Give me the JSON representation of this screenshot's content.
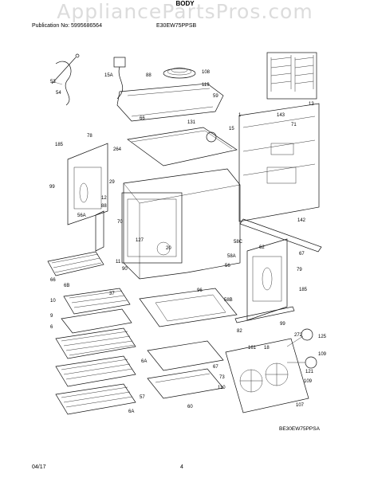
{
  "watermark": "AppliancePartsPros.com",
  "header": {
    "publication": "Publication No: 5995686564",
    "model": "E30EW75PPSB",
    "title": "BODY"
  },
  "footer": {
    "date": "04/17",
    "page": "4",
    "diagram_code": "BE30EW75PPSA"
  },
  "callouts": [
    "53",
    "54",
    "15A",
    "108",
    "119",
    "59",
    "88",
    "66",
    "131",
    "1",
    "143",
    "71",
    "13",
    "78",
    "185",
    "264",
    "15",
    "99",
    "29",
    "12",
    "88",
    "56A",
    "70",
    "127",
    "58C",
    "142",
    "62",
    "67",
    "11",
    "90",
    "20",
    "58A",
    "56",
    "79",
    "66",
    "6B",
    "10",
    "37",
    "58B",
    "96",
    "9",
    "185",
    "99",
    "6",
    "82",
    "272",
    "125",
    "161",
    "18",
    "109",
    "6A",
    "67",
    "73",
    "110",
    "121",
    "109",
    "57",
    "60",
    "107",
    "6A"
  ]
}
